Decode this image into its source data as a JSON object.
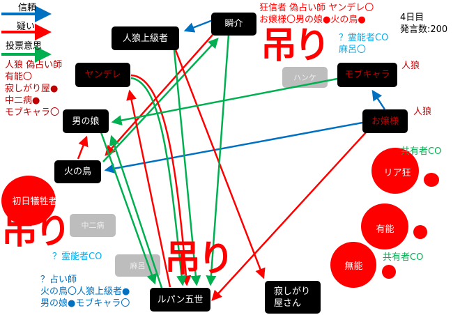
{
  "legend": [
    {
      "label": "信頼",
      "color": "#0070c0"
    },
    {
      "label": "疑い",
      "color": "#ff0000"
    },
    {
      "label": "投票意思",
      "color": "#00b050"
    }
  ],
  "status": {
    "day": "4日目",
    "posts": "発言数:200"
  },
  "nodes": {
    "shunsuke": "瞬介",
    "jinrou_jokyu": "人狼上級者",
    "yandere": "ヤンデレ",
    "otokonoko": "男の娘",
    "hinotori": "火の鳥",
    "shonichi": "初日犠牲者",
    "chuni": "中二病",
    "maro": "麻呂",
    "lupin": "ルパン五世",
    "sabishi_1": "寂しがり",
    "sabishi_2": "屋さん",
    "hanke": "ハンケ",
    "mob": "モブキャラ",
    "ojou": "お嬢様",
    "riakyo": "リア狂",
    "yuno": "有能",
    "muno": "無能"
  },
  "notes": {
    "left_red": [
      "人狼 偽占い師",
      "有能〇",
      "寂しがり屋●",
      "中二病●",
      "モブキャラ〇"
    ],
    "top_red": [
      "狂信者 偽占い師 ヤンデレ〇",
      "お嬢様〇男の娘●火の鳥●"
    ],
    "top_blue": [
      "？霊能者CO",
      "麻呂〇"
    ],
    "mob_role": "人狼",
    "ojou_role": "人狼",
    "kyoyu1": "共有者CO",
    "kyoyu2": "共有者CO",
    "left_reino": "？霊能者CO",
    "left_seer": [
      "？占い師",
      "火の鳥〇人狼上級者●",
      "男の娘●モブキャラ〇"
    ],
    "hang": "吊り"
  },
  "colors": {
    "trust": "#0070c0",
    "doubt": "#ff0000",
    "vote": "#00b050"
  }
}
